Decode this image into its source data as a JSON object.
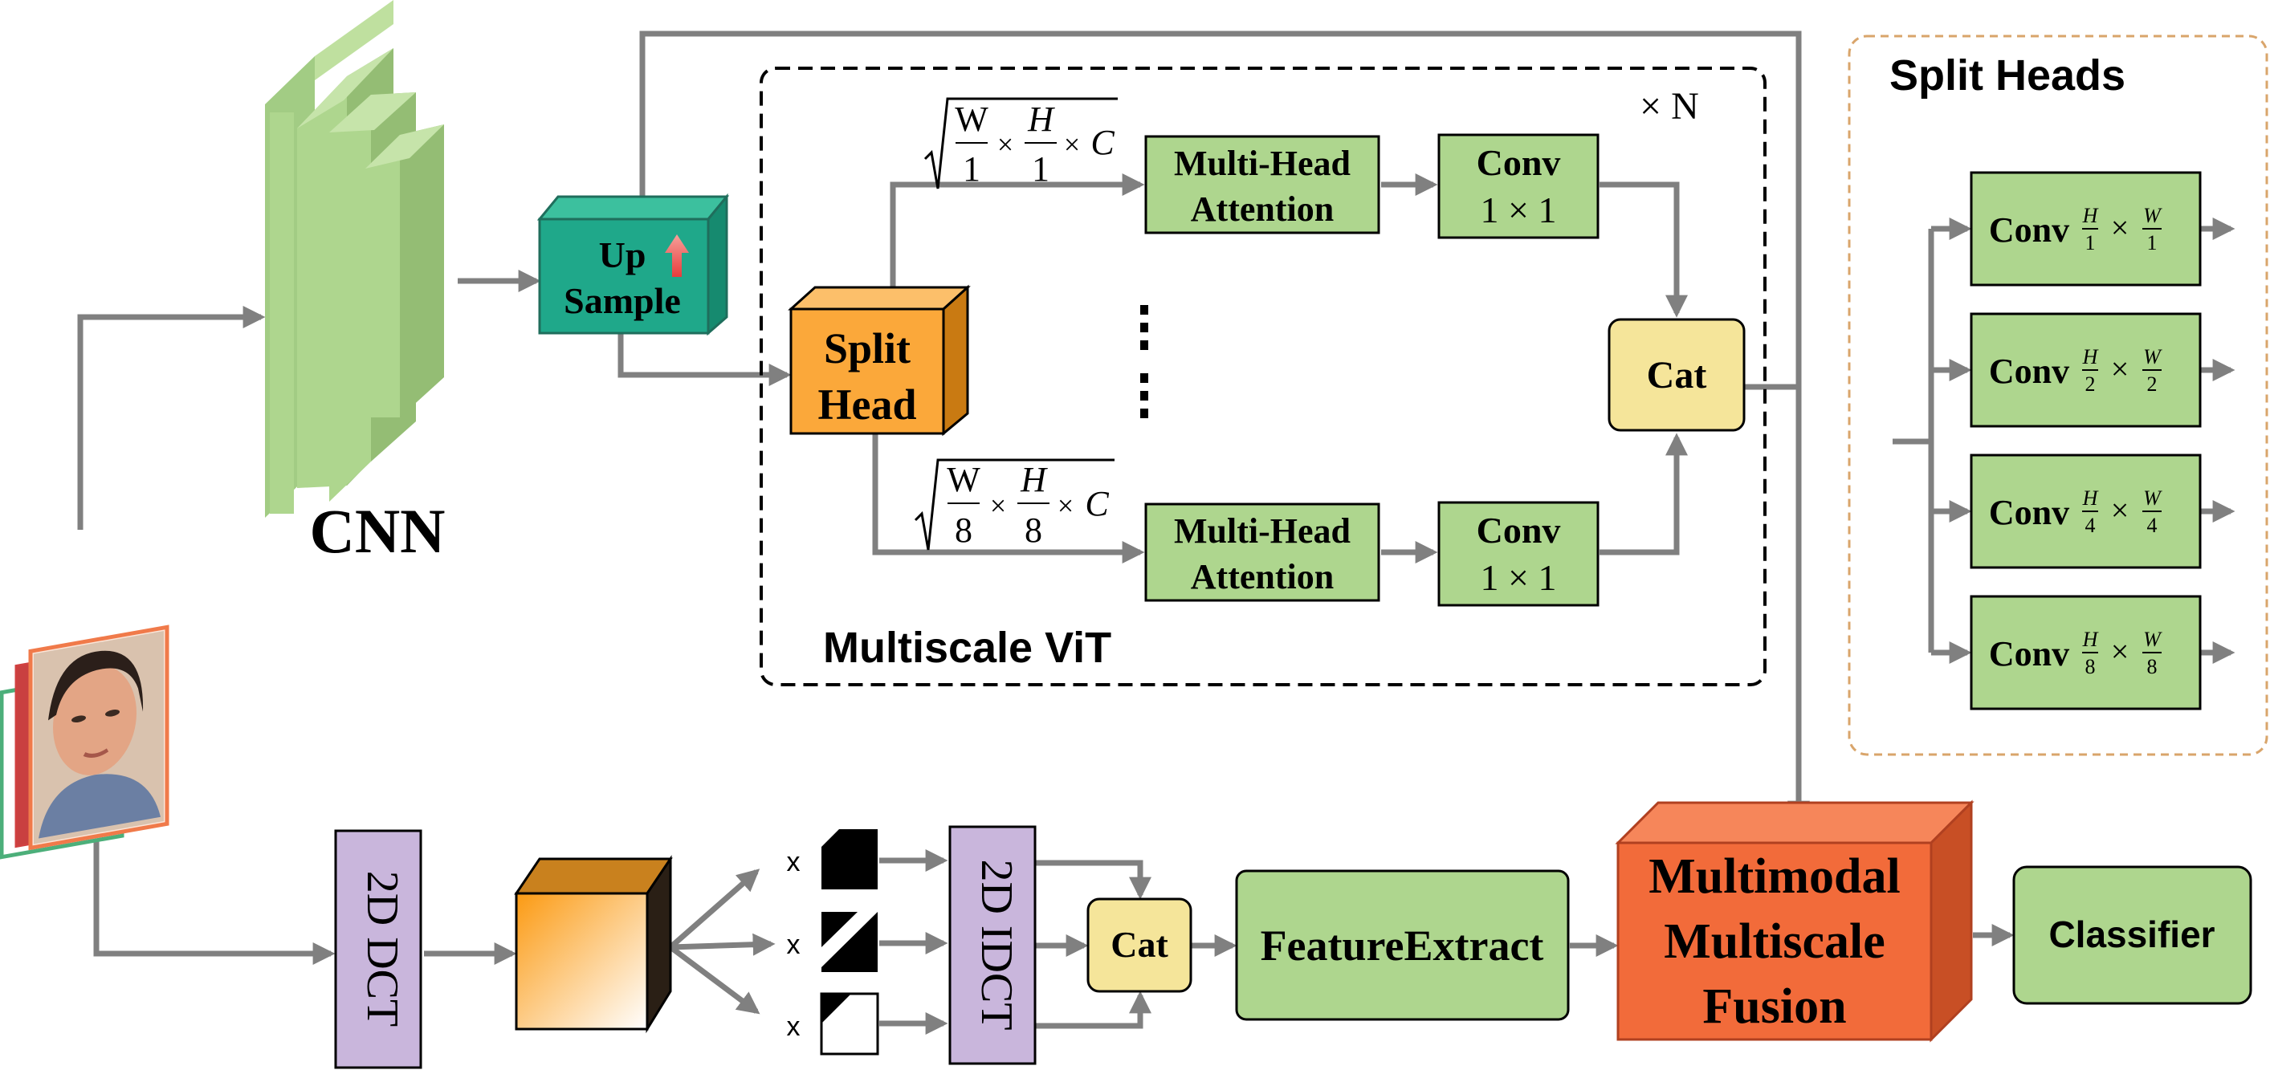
{
  "cnn": {
    "label": "CNN"
  },
  "upsample": {
    "line1": "Up",
    "line2": "Sample"
  },
  "split_head": {
    "line1": "Split",
    "line2": "Head"
  },
  "vit": {
    "title": "Multiscale ViT",
    "repeat": "× N",
    "branch_top": {
      "mha_line1": "Multi-Head",
      "mha_line2": "Attention",
      "conv_line1": "Conv",
      "conv_line2": "1 × 1",
      "formula_w": "W",
      "formula_h": "H",
      "formula_den": "1",
      "formula_c": "C"
    },
    "branch_bottom": {
      "mha_line1": "Multi-Head",
      "mha_line2": "Attention",
      "conv_line1": "Conv",
      "conv_line2": "1 × 1",
      "formula_w": "W",
      "formula_h": "H",
      "formula_den": "8",
      "formula_c": "C"
    },
    "cat": "Cat"
  },
  "split_heads_panel": {
    "title": "Split Heads",
    "conv_label": "Conv",
    "rows": [
      {
        "den": "1"
      },
      {
        "den": "2"
      },
      {
        "den": "4"
      },
      {
        "den": "8"
      }
    ],
    "h": "H",
    "w": "W"
  },
  "freq": {
    "dct": "2D DCT",
    "idct": "2D IDCT",
    "mult": "x",
    "cat": "Cat"
  },
  "feature_extract": "FeatureExtract",
  "fusion": {
    "line1": "Multimodal",
    "line2": "Multiscale",
    "line3": "Fusion"
  },
  "classifier": "Classifier",
  "colors": {
    "green": "#aed68e",
    "green_dark": "#8fb870",
    "teal": "#1fa88a",
    "orange": "#fba83a",
    "yellow": "#f5e59a",
    "purple": "#c9b6dc",
    "fusion": "#f26b3a",
    "line": "#808080"
  }
}
